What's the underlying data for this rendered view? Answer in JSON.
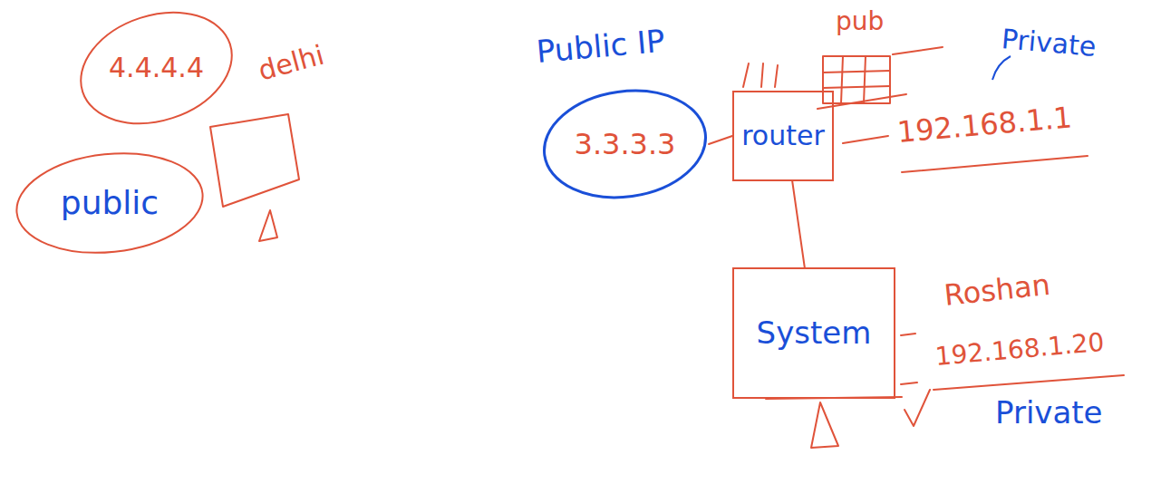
{
  "diagram": {
    "nodes": [
      {
        "text": [
          "4.4.4.4"
        ]
      },
      {
        "text": [
          "public"
        ]
      },
      {
        "text": [
          "3.3.3.3"
        ]
      },
      {
        "text": [
          "router"
        ]
      },
      {
        "text": [
          "System"
        ]
      }
    ],
    "edges": [
      {
        "from": 2,
        "to": 3,
        "arrow": "none"
      },
      {
        "from": 3,
        "to": 4,
        "arrow": "none"
      }
    ],
    "labels": [
      "delhi",
      "Public IP",
      "pub",
      "Private",
      "192.168.1.1",
      "Roshan",
      "192.168.1.20",
      "Private"
    ]
  }
}
